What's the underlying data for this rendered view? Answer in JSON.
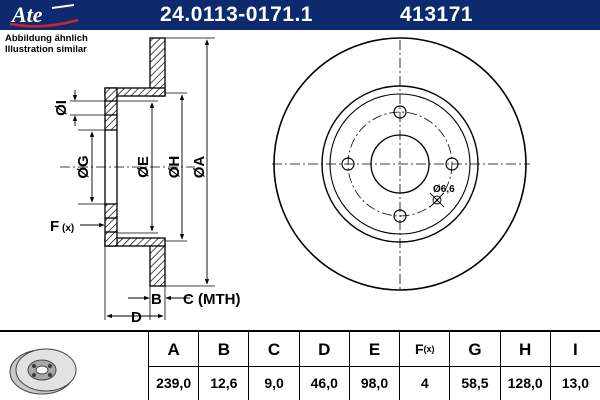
{
  "header": {
    "brand": "Ate",
    "part_number": "24.0113-0171.1",
    "ref_number": "413171"
  },
  "note": {
    "line1": "Abbildung ähnlich",
    "line2": "Illustration similar"
  },
  "drawing": {
    "labels": {
      "I": "ØI",
      "G": "ØG",
      "E": "ØE",
      "H": "ØH",
      "A": "ØA",
      "F": "F",
      "F_sub": "(x)",
      "B": "B",
      "C": "C (MTH)",
      "D": "D",
      "hole": "Ø6,6"
    }
  },
  "table": {
    "columns": [
      {
        "key": "A",
        "label": "A",
        "value": "239,0"
      },
      {
        "key": "B",
        "label": "B",
        "value": "12,6"
      },
      {
        "key": "C",
        "label": "C",
        "value": "9,0"
      },
      {
        "key": "D",
        "label": "D",
        "value": "46,0"
      },
      {
        "key": "E",
        "label": "E",
        "value": "98,0"
      },
      {
        "key": "F",
        "label": "F",
        "label_sub": "(x)",
        "value": "4"
      },
      {
        "key": "G",
        "label": "G",
        "value": "58,5"
      },
      {
        "key": "H",
        "label": "H",
        "value": "128,0"
      },
      {
        "key": "I",
        "label": "I",
        "value": "13,0"
      }
    ]
  },
  "colors": {
    "header_bg": "#0d2a6e",
    "logo_red": "#d4202a"
  }
}
